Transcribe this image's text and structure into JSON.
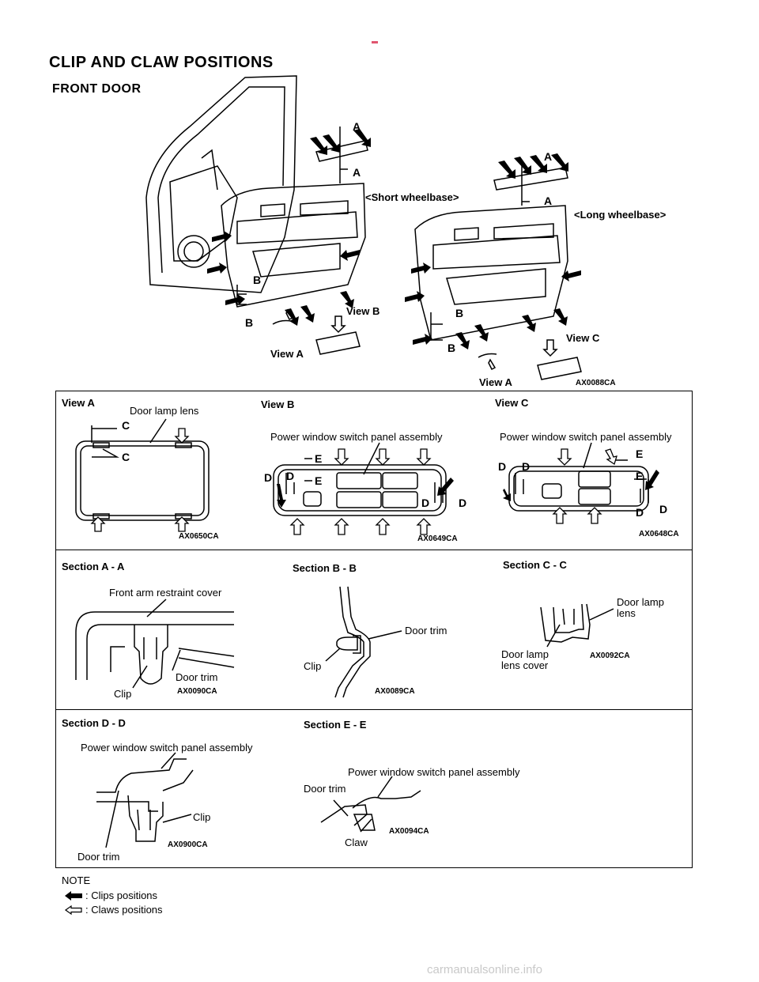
{
  "page": {
    "title": "CLIP  AND  CLAW POSITIONS",
    "subtitle": "FRONT  DOOR"
  },
  "top": {
    "short_wheelbase": "<Short  wheelbase>",
    "long_wheelbase": "<Long  wheelbase>",
    "view_a_left": "View  A",
    "view_b": "View  B",
    "view_a_right": "View  A",
    "view_c": "View  C",
    "code": "AX0088CA",
    "letters": {
      "a": "A",
      "b": "B"
    }
  },
  "view_a": {
    "title": "View  A",
    "label": "Door lamp lens",
    "code": "AX0650CA",
    "c": "C"
  },
  "view_b": {
    "title": "View  B",
    "label": "Power window switch panel assembly",
    "code": "AX0649CA",
    "d": "D",
    "e": "E"
  },
  "view_c": {
    "title": "View  C",
    "label": "Power window switch panel assembly",
    "code": "AX0648CA",
    "d": "D",
    "e": "E"
  },
  "section_aa": {
    "title": "Section  A  -  A",
    "cover": "Front arm restraint cover",
    "door_trim": "Door trim",
    "clip": "Clip",
    "code": "AX0090CA"
  },
  "section_bb": {
    "title": "Section  B  -  B",
    "door_trim": "Door trim",
    "clip": "Clip",
    "code": "AX0089CA"
  },
  "section_cc": {
    "title": "Section  C  -  C",
    "lens_1": "Door lamp",
    "lens_2": "lens",
    "cover_1": "Door lamp",
    "cover_2": "lens cover",
    "code": "AX0092CA"
  },
  "section_dd": {
    "title": "Section  D  -  D",
    "assembly": "Power window switch panel assembly",
    "clip": "Clip",
    "door_trim": "Door trim",
    "code": "AX0900CA"
  },
  "section_ee": {
    "title": "Section  E  -  E",
    "assembly": "Power window switch panel assembly",
    "door_trim": "Door trim",
    "claw": "Claw",
    "code": "AX0094CA"
  },
  "note": {
    "title": "NOTE",
    "clips": ": Clips positions",
    "claws": ": Claws positions"
  },
  "watermark": "carmanualsonline.info"
}
